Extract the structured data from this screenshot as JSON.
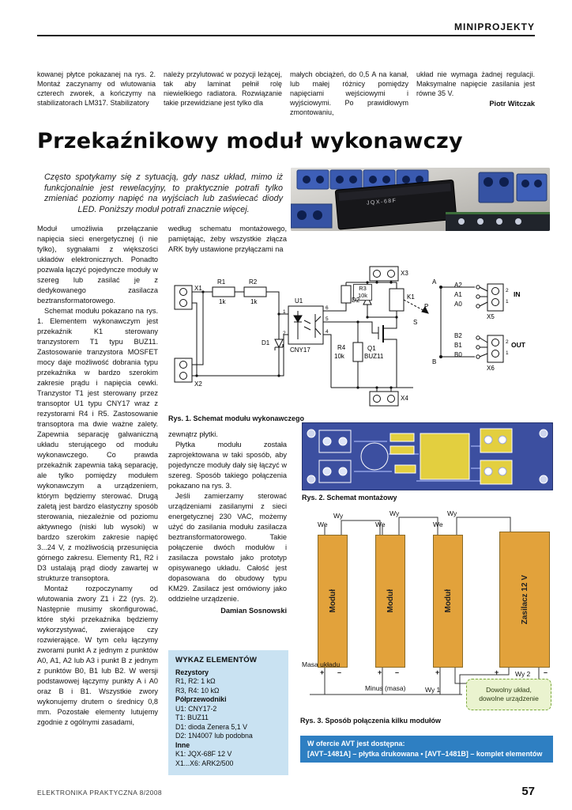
{
  "header": {
    "section": "MINIPROJEKTY"
  },
  "intro": {
    "col1": "kowanej płytce pokazanej na rys. 2. Montaż zaczynamy od wlutowania czterech zworek, a kończymy na stabilizatorach LM317. Stabilizatory",
    "col2": "należy przylutować w pozycji leżącej, tak aby laminat pełnił rolę niewielkiego radiatora. Rozwiązanie takie przewidziane jest tylko dla",
    "col3": "małych obciążeń, do 0,5 A na kanał, lub małej różnicy pomiędzy napięciami wejściowymi i wyjściowymi. Po prawidłowym zmontowaniu,",
    "col4": "układ nie wymaga żadnej regulacji. Maksymalne napięcie zasilania jest równe 35 V.",
    "author": "Piotr Witczak"
  },
  "article": {
    "title": "Przekaźnikowy moduł wykonawczy",
    "lead": "Często spotykamy się z sytuacją, gdy nasz układ, mimo iż funkcjonalnie jest rewelacyjny, to praktycznie potrafi tylko zmieniać poziomy napięć na wyjściach lub zaświecać diody LED. Poniższy moduł potrafi znacznie więcej.",
    "left_p1": "Moduł umożliwia przełączanie napięcia sieci energetycznej (i nie tylko), sygnałami z większości układów elektronicznych. Ponadto pozwala łączyć pojedyncze moduły w szereg lub zasilać je z dedykowanego zasilacza beztransformatorowego.",
    "left_p2": "Schemat modułu pokazano na rys. 1. Elementem wykonawczym jest przekaźnik K1 sterowany tranzystorem T1 typu BUZ11. Zastosowanie tranzystora MOSFET mocy daje możliwość dobrania typu przekaźnika w bardzo szerokim zakresie prądu i napięcia cewki. Tranzystor T1 jest sterowany przez transoptor U1 typu CNY17 wraz z rezystorami R4 i R5. Zastosowanie transoptora ma dwie ważne zalety. Zapewnia separację galwaniczną układu sterującego od modułu wykonawczego. Co prawda przekaźnik zapewnia taką separację, ale tylko pomiędzy modułem wykonawczym a urządzeniem, którym będziemy sterować. Drugą zaletą jest bardzo elastyczny sposób sterowania, niezależnie od poziomu aktywnego (niski lub wysoki) w bardzo szerokim zakresie napięć 3...24 V, z możliwością przesunięcia górnego zakresu. Elementy R1, R2 i D3 ustalają prąd diody zawartej w strukturze transoptora.",
    "left_p3": "Montaż rozpoczynamy od wlutowania zwory Z1 i Z2 (rys. 2). Następnie musimy skonfigurować, które styki przekaźnika będziemy wykorzystywać, zwierające czy rozwierające. W tym celu łączymy zworami punkt A z jednym z punktów A0, A1, A2 lub A3 i punkt B z jednym z punktów B0, B1 lub B2. W wersji podstawowej łączymy punkty A i A0 oraz B i B1. Wszystkie zwory wykonujemy drutem o średnicy 0,8 mm. Pozostałe elementy lutujemy zgodnie z ogólnymi zasadami,",
    "mid_top": "według schematu montażowego, pamiętając, żeby wszystkie złącza ARK były ustawione przyłączami na",
    "mid_p1": "zewnątrz płytki.",
    "mid_p2": "Płytka modułu została zaprojektowana w taki sposób, aby pojedyncze moduły dały się łączyć w szereg. Sposób takiego połączenia pokazano na rys. 3.",
    "mid_p3": "Jeśli zamierzamy sterować urządzeniami zasilanymi z sieci energetycznej 230 VAC, możemy użyć do zasilania modułu zasilacza beztransformatorowego. Takie połączenie dwóch modułów i zasilacza powstało jako prototyp opisywanego układu. Całość jest dopasowana do obudowy typu KM29. Zasilacz jest omówiony jako oddzielne urządzenie.",
    "author": "Damian Sosnowski"
  },
  "figures": {
    "rys1_caption": "Rys. 1. Schemat modułu wykonawczego",
    "rys2_caption": "Rys. 2. Schemat montażowy",
    "rys3_caption": "Rys. 3. Sposób połączenia kilku modułów"
  },
  "photo": {
    "relay_marking": "JQX-68F"
  },
  "schematic": {
    "x1": "X1",
    "x2": "X2",
    "x3": "X3",
    "x4": "X4",
    "x5": "X5",
    "x6": "X6",
    "r1": "R1",
    "r1v": "1k",
    "r2": "R2",
    "r2v": "1k",
    "r3": "R3",
    "r3v": "10k",
    "r4": "R4",
    "r4v": "10k",
    "d1": "D1",
    "d2": "D2",
    "u1": "U1",
    "u1_type": "CNY17",
    "q1": "Q1",
    "q1_type": "BUZ11",
    "k1": "K1",
    "in": "IN",
    "out": "OUT",
    "a": "A",
    "b": "B",
    "p": "P",
    "s": "S",
    "a0": "A0",
    "a1": "A1",
    "a2": "A2",
    "b0": "B0",
    "b1": "B1",
    "b2": "B2",
    "pin1": "1",
    "pin2": "2",
    "pin4": "4",
    "pin5": "5",
    "pin6": "6",
    "n1": "1",
    "n2": "2"
  },
  "rys3": {
    "we": "We",
    "wy": "Wy",
    "modul": "Moduł",
    "zasilacz": "Zasilacz 12 V",
    "masa": "Masa układu",
    "minus": "Minus (masa)",
    "wy1": "Wy 1",
    "wy2": "Wy 2",
    "plus": "+",
    "minus_sign": "–",
    "green_line1": "Dowolny układ,",
    "green_line2": "dowolne urządzenie"
  },
  "parts": {
    "title": "WYKAZ ELEMENTÓW",
    "groups": [
      {
        "name": "Rezystory",
        "items": [
          "R1, R2: 1 kΩ",
          "R3, R4: 10 kΩ"
        ]
      },
      {
        "name": "Półprzewodniki",
        "items": [
          "U1: CNY17-2",
          "T1: BUZ11",
          "D1: dioda Zenera 5,1 V",
          "D2: 1N4007 lub podobna"
        ]
      },
      {
        "name": "Inne",
        "items": [
          "K1: JQX-68F 12 V",
          "X1...X6: ARK2/500"
        ]
      }
    ]
  },
  "avt": {
    "line1": "W ofercie AVT jest dostępna:",
    "line2": "[AVT–1481A] – płytka drukowana  •  [AVT–1481B] – komplet elementów"
  },
  "footer": {
    "left": "ELEKTRONIKA PRAKTYCZNA 8/2008",
    "page": "57"
  }
}
